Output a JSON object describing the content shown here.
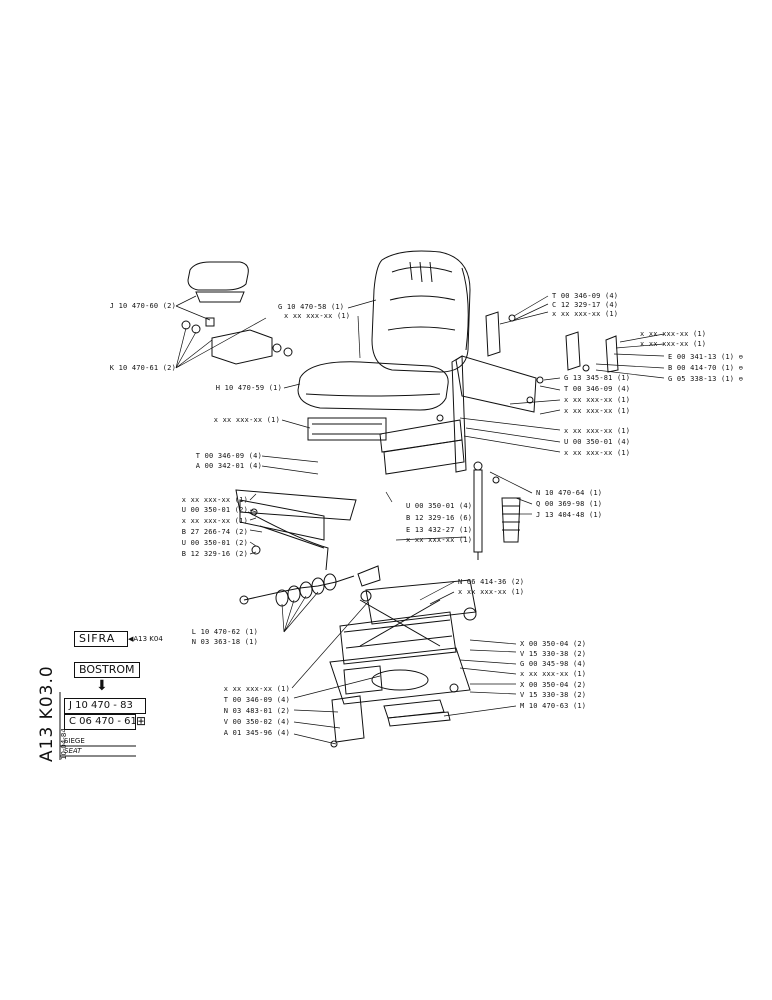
{
  "labels_left": [
    {
      "id": "p1",
      "text": "J 10 470-60 (2)"
    },
    {
      "id": "p2",
      "text": "K 10 470-61 (2)"
    },
    {
      "id": "p3",
      "text": "G 10 470-58 (1)"
    },
    {
      "id": "p4",
      "text": "x xx xxx-xx (1)"
    },
    {
      "id": "p5",
      "text": "H 10 470-59 (1)"
    },
    {
      "id": "p6",
      "text": "x xx xxx-xx (1)"
    },
    {
      "id": "p7",
      "text": "T 00 346-09 (4)"
    },
    {
      "id": "p8",
      "text": "A 00 342-01 (4)"
    },
    {
      "id": "p9",
      "text": "x xx xxx-xx (1)"
    },
    {
      "id": "p10",
      "text": "U 00 350-01 (2)"
    },
    {
      "id": "p11",
      "text": "x xx xxx-xx (1)"
    },
    {
      "id": "p12",
      "text": "B 27 266-74 (2)"
    },
    {
      "id": "p13",
      "text": "U 00 350-01 (2)"
    },
    {
      "id": "p14",
      "text": "B 12 329-16 (2)"
    },
    {
      "id": "p15",
      "text": "U 00 350-01 (4)"
    },
    {
      "id": "p16",
      "text": "B 12 329-16 (6)"
    },
    {
      "id": "p17",
      "text": "E 13 432-27 (1)"
    },
    {
      "id": "p18",
      "text": "x xx xxx-xx (1)"
    },
    {
      "id": "p19",
      "text": "L 10 470-62 (1)"
    },
    {
      "id": "p20",
      "text": "N 03 363-18 (1)"
    },
    {
      "id": "p21",
      "text": "x xx xxx-xx (1)"
    },
    {
      "id": "p22",
      "text": "T 00 346-09 (4)"
    },
    {
      "id": "p23",
      "text": "N 03 483-01 (2)"
    },
    {
      "id": "p24",
      "text": "V 00 350-02 (4)"
    },
    {
      "id": "p25",
      "text": "A 01 345-96 (4)"
    }
  ],
  "labels_right": [
    {
      "id": "q1",
      "text": "T 00 346-09 (4)"
    },
    {
      "id": "q2",
      "text": "C 12 329-17 (4)"
    },
    {
      "id": "q3",
      "text": "x xx xxx-xx (1)"
    },
    {
      "id": "q4",
      "text": "x xx xxx-xx (1)"
    },
    {
      "id": "q5",
      "text": "x xx xxx-xx (1)"
    },
    {
      "id": "q6",
      "text": "E 00 341-13 (1) ⊖"
    },
    {
      "id": "q7",
      "text": "B 00 414-70 (1) ⊖"
    },
    {
      "id": "q8",
      "text": "G 05 338-13 (1) ⊖"
    },
    {
      "id": "q9",
      "text": "G 13 345-81 (1)"
    },
    {
      "id": "q10",
      "text": "T 00 346-09 (4)"
    },
    {
      "id": "q11",
      "text": "x xx xxx-xx (1)"
    },
    {
      "id": "q12",
      "text": "x xx xxx-xx (1)"
    },
    {
      "id": "q13",
      "text": "x xx xxx-xx (1)"
    },
    {
      "id": "q14",
      "text": "U 00 350-01 (4)"
    },
    {
      "id": "q15",
      "text": "x xx xxx-xx (1)"
    },
    {
      "id": "q16",
      "text": "N 10 470-64 (1)"
    },
    {
      "id": "q17",
      "text": "Q 00 369-98 (1)"
    },
    {
      "id": "q18",
      "text": "J 13 404-48 (1)"
    },
    {
      "id": "q19",
      "text": "N 06 414-36 (2)"
    },
    {
      "id": "q20",
      "text": "x xx xxx-xx (1)"
    },
    {
      "id": "q21",
      "text": "X 00 350-04 (2)"
    },
    {
      "id": "q22",
      "text": "V 15 330-38 (2)"
    },
    {
      "id": "q23",
      "text": "G 00 345-98 (4)"
    },
    {
      "id": "q24",
      "text": "x xx xxx-xx (1)"
    },
    {
      "id": "q25",
      "text": "X 00 350-04 (2)"
    },
    {
      "id": "q26",
      "text": "V 15 330-38 (2)"
    },
    {
      "id": "q27",
      "text": "M 10 470-63 (1)"
    }
  ],
  "title_block": {
    "sifra": "SIFRA",
    "sifra_ref": "A13 K04",
    "bostrom": "BOSTROM",
    "arrow": "⬇",
    "part_a": "J 10 470 - 83",
    "part_b": "C 06 470 - 61",
    "part_b_mark": "⊞",
    "siege": "SIEGE",
    "seat": "SEAT",
    "doc_code": "A13 K03.0",
    "date": "10-04-84"
  }
}
